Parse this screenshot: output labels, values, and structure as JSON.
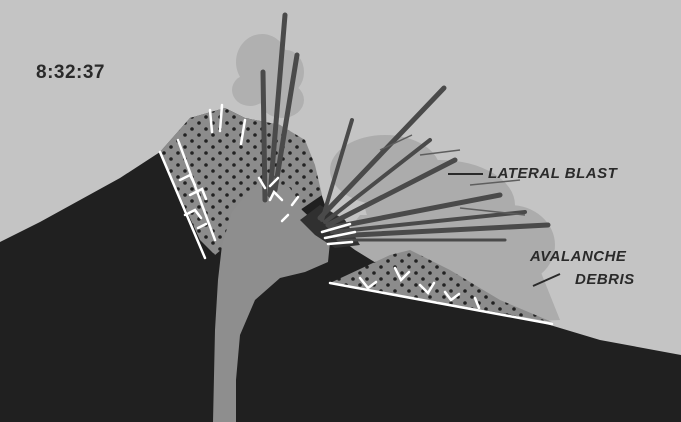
{
  "diagram": {
    "timestamp": "8:32:37",
    "labels": {
      "lateral_blast": "LATERAL BLAST",
      "avalanche_line1": "AVALANCHE",
      "avalanche_line2": "DEBRIS"
    },
    "colors": {
      "sky": "#c4c4c4",
      "mountain": "#202020",
      "blast_cloud": "#b0b0b0",
      "debris_fill": "#8c8c8c",
      "magma_conduit": "#8e8e8e",
      "blast_rays": "#4a4a4a",
      "fault_lines": "#ffffff"
    }
  }
}
